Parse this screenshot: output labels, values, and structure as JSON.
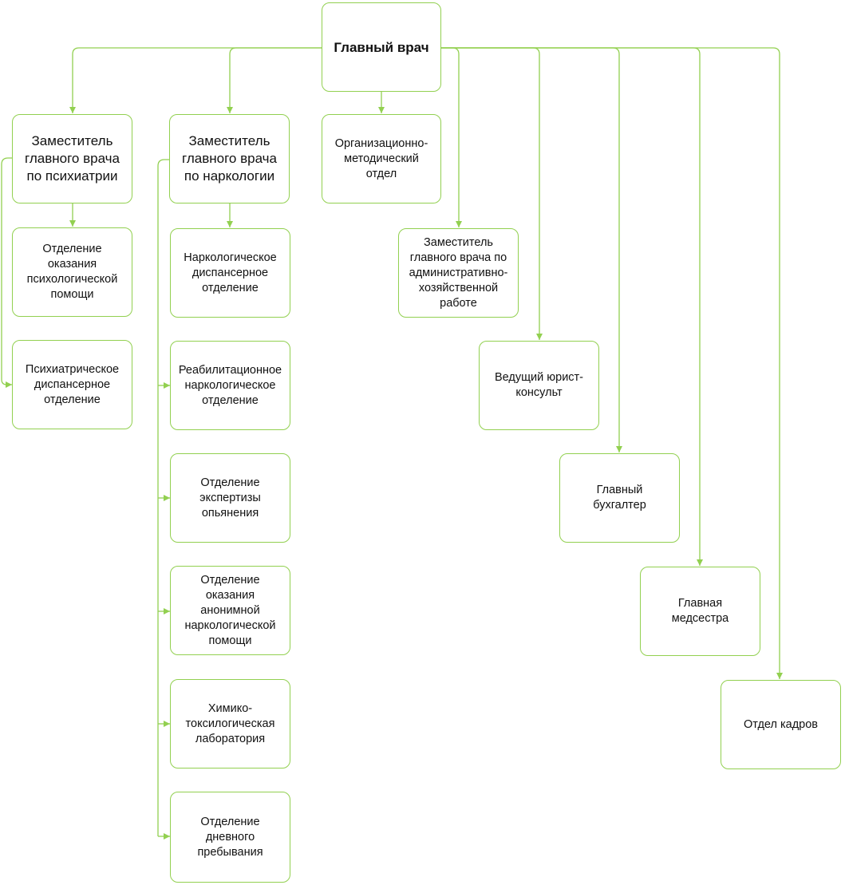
{
  "colors": {
    "stroke": "#92d050",
    "text": "#111111"
  },
  "org_chart": {
    "root": {
      "label": "Главный врач"
    },
    "nodes": {
      "dep_psych": "Заместитель\nглавного врача\nпо психиатрии",
      "psych_help": "Отделение\nоказания\nпсихологической\nпомощи",
      "psych_disp": "Психиатрическое\nдиспансерное\nотделение",
      "dep_narc": "Заместитель\nглавного врача\nпо наркологии",
      "narc_disp": "Наркологическое\nдиспансерное\nотделение",
      "narc_rehab": "Реабилитационное\nнаркологическое\nотделение",
      "intox": "Отделение\nэкспертизы\nопьянения",
      "anon": "Отделение\nоказания\nанонимной\nнаркологической\nпомощи",
      "lab": "Химико-\nтоксилогическая\nлаборатория",
      "day": "Отделение\nдневного\nпребывания",
      "org_method": "Организационно-\nметодический\nотдел",
      "dep_admin": "Заместитель\nглавного врача по\nадминистративно-\nхозяйственной\nработе",
      "lawyer": "Ведущий юрист-\nконсульт",
      "accountant": "Главный\nбухгалтер",
      "nurse": "Главная\nмедсестра",
      "hr": "Отдел кадров"
    }
  }
}
